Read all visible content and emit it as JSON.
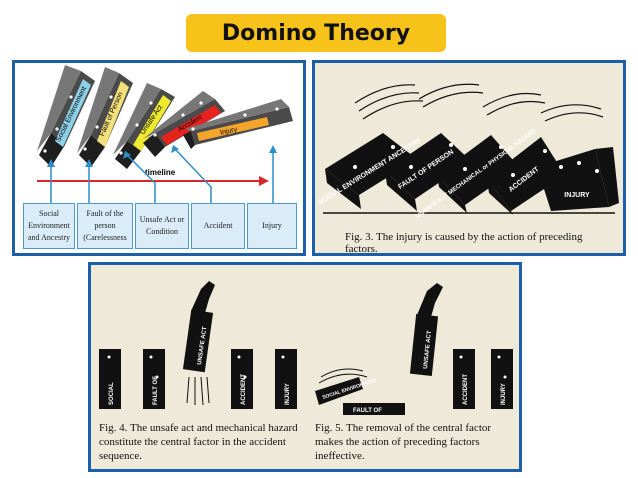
{
  "title": "Domino Theory",
  "panel_colored": {
    "dominoes": [
      {
        "label": "Social Environment",
        "color": "#8ed0e8"
      },
      {
        "label": "Fault of Person",
        "color": "#f4e07a"
      },
      {
        "label": "Unsafe Act",
        "color": "#f0ea2e"
      },
      {
        "label": "Accident",
        "color": "#e8231e"
      },
      {
        "label": "Injury",
        "color": "#f6a52c"
      }
    ],
    "timeline_label": "timeline",
    "boxes": [
      {
        "text": "Social Environment and Ancestry"
      },
      {
        "text": "Fault of the person (Carelessness"
      },
      {
        "text": "Unsafe Act or Condition"
      },
      {
        "text": "Accident"
      },
      {
        "text": "Injury"
      }
    ]
  },
  "panel_fig3": {
    "dominoes": [
      "SOCIAL ENVIRONMENT ANCESTRY",
      "FAULT OF PERSON",
      "UNSAFE ACT MECHANICAL or PHYSICAL HAZARD",
      "ACCIDENT",
      "INJURY"
    ],
    "caption": "Fig. 3.  The injury is caused by the action of preceding factors."
  },
  "panel_fig45": {
    "fig4_dominoes": [
      "SOCIAL",
      "FAULT OF",
      "UNSAFE ACT",
      "ACCIDENT",
      "INJURY"
    ],
    "fig5_dominoes": [
      "SOCIAL ENVIRONMENT",
      "FAULT OF",
      "UNSAFE ACT",
      "ACCIDENT",
      "INJURY"
    ],
    "caption_fig4": "Fig. 4.  The unsafe act and mechanical hazard constitute the central factor in the accident sequence.",
    "caption_fig5": "Fig. 5.  The removal of the central factor makes the action of preceding factors ineffective."
  }
}
